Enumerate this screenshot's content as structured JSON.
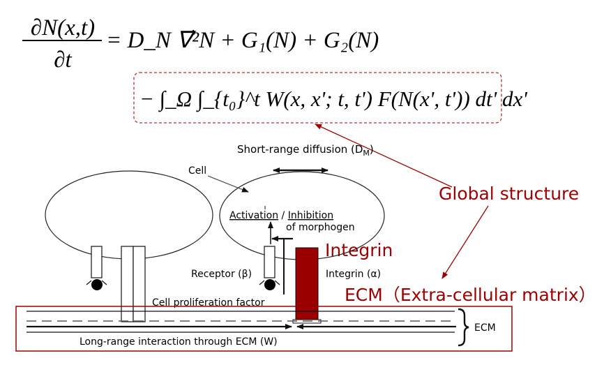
{
  "equation": {
    "lhs_numerator": "∂N(x,t)",
    "lhs_denominator": "∂t",
    "rhs_line1": "= D_N ∇⃗²N + G₁(N) + G₂(N)",
    "rhs_line2": "− ∫_Ω ∫_{t₀}^t W(x, x'; t, t') F(N(x', t')) dt' dx'"
  },
  "annotations": {
    "global_structure": "Global structure",
    "integrin": "Integrin",
    "ecm_full": "ECM（Extra-cellular matrix）"
  },
  "figure_labels": {
    "short_range_diffusion": "Short-range diffusion (D",
    "short_range_sub": "M",
    "short_range_close": ")",
    "cell": "Cell",
    "activation": "Activation",
    "slash": " / ",
    "inhibition": "Inhibition",
    "of_morphogen": "of morphogen",
    "receptor": "Receptor (β)",
    "integrin_alpha": "Integrin (α)",
    "cell_proliferation_factor": "Cell proliferation factor",
    "long_range": "Long-range interaction through ECM (W)",
    "ecm": "ECM"
  },
  "colors": {
    "dark_red": "#9b0000",
    "dashed_red": "#b03030",
    "black": "#111111"
  }
}
